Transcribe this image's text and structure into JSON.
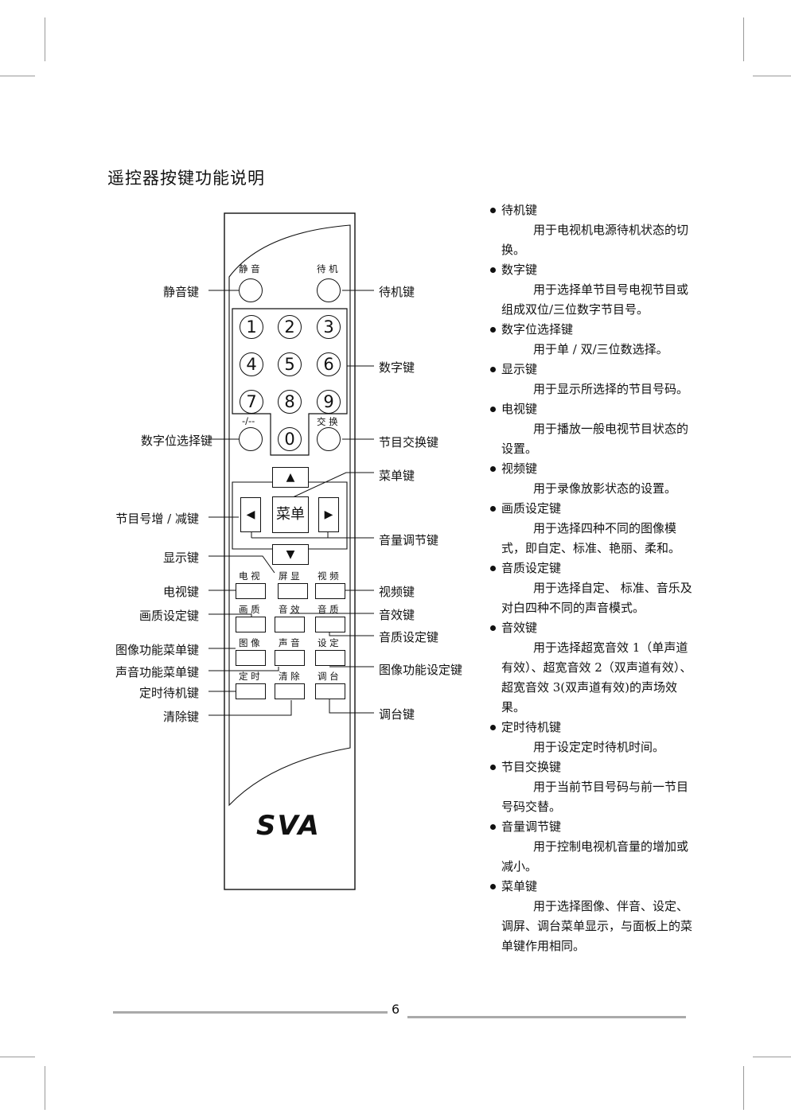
{
  "title": "遥控器按键功能说明",
  "page_number": "6",
  "logo_text": "SVA",
  "remote": {
    "top_buttons": {
      "mute": "静 音",
      "standby": "待 机"
    },
    "digits": [
      "1",
      "2",
      "3",
      "4",
      "5",
      "6",
      "7",
      "8",
      "9",
      "0"
    ],
    "digit_mode_label": "-/--",
    "swap_label": "交 换",
    "menu_label": "菜单",
    "arrows": {
      "up": "▲",
      "down": "▼",
      "left": "◀",
      "right": "▶"
    },
    "row1": [
      "电 视",
      "屏 显",
      "视 频"
    ],
    "row2": [
      "画 质",
      "音 效",
      "音 质"
    ],
    "row3": [
      "图 像",
      "声 音",
      "设 定"
    ],
    "row4": [
      "定 时",
      "清 除",
      "调 台"
    ]
  },
  "callouts_left": [
    "静音键",
    "数字位选择键",
    "节目号增 / 减键",
    "显示键",
    "电视键",
    "画质设定键",
    "图像功能菜单键",
    "声音功能菜单键",
    "定时待机键",
    "清除键"
  ],
  "callouts_right": [
    "待机键",
    "数字键",
    "节目交换键",
    "菜单键",
    "音量调节键",
    "视频键",
    "音效键",
    "音质设定键",
    "图像功能设定键",
    "调台键"
  ],
  "descriptions": [
    {
      "head": "待机键",
      "body": "用于电视机电源待机状态的切换。"
    },
    {
      "head": "数字键",
      "body": "用于选择单节目号电视节目或组成双位/三位数字节目号。"
    },
    {
      "head": "数字位选择键",
      "body": "用于单 / 双/三位数选择。"
    },
    {
      "head": "显示键",
      "body": "用于显示所选择的节目号码。"
    },
    {
      "head": "电视键",
      "body": "用于播放一般电视节目状态的设置。"
    },
    {
      "head": "视频键",
      "body": "用于录像放影状态的设置。"
    },
    {
      "head": "画质设定键",
      "body": "用于选择四种不同的图像模式，即自定、标准、艳丽、柔和。"
    },
    {
      "head": "音质设定键",
      "body": "用于选择自定、 标准、音乐及对白四种不同的声音模式。"
    },
    {
      "head": "音效键",
      "body": "用于选择超宽音效 1（单声道有效）、超宽音效 2（双声道有效）、 超宽音效 3(双声道有效)的声场效果。"
    },
    {
      "head": "定时待机键",
      "body": "用于设定定时待机时间。"
    },
    {
      "head": "节目交换键",
      "body": "用于当前节目号码与前一节目号码交替。"
    },
    {
      "head": "音量调节键",
      "body": "用于控制电视机音量的增加或减小。"
    },
    {
      "head": "菜单键",
      "body": "用于选择图像、伴音、设定、调屏、调台菜单显示，与面板上的菜单键作用相同。"
    }
  ]
}
